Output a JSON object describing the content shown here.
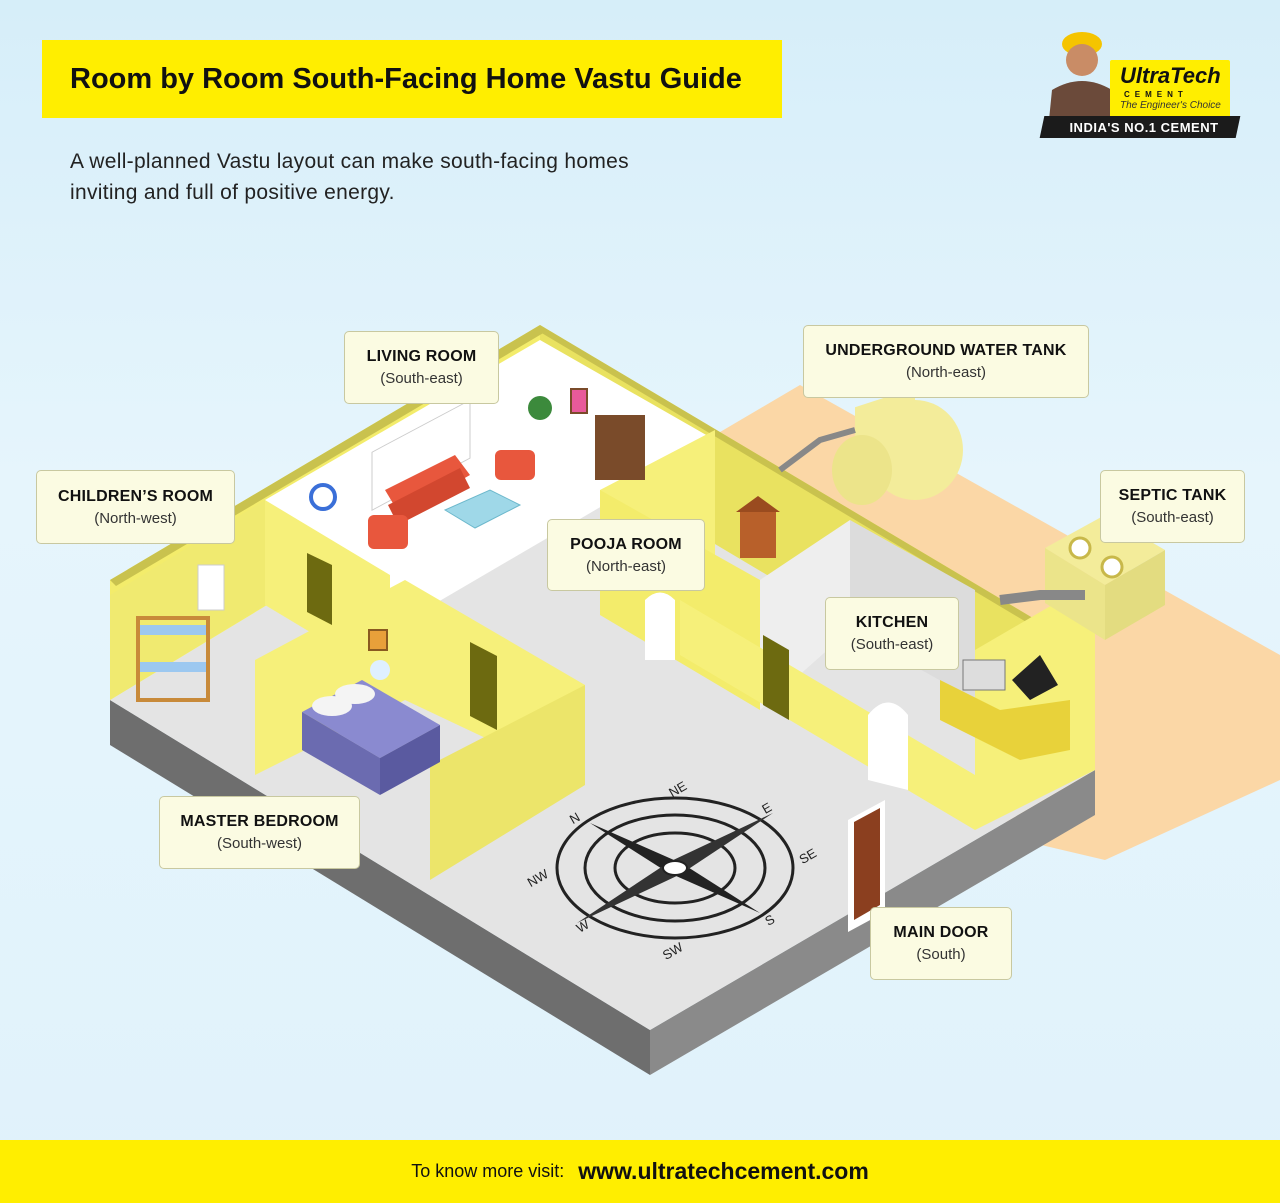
{
  "header": {
    "title": "Room by Room South-Facing Home Vastu Guide",
    "intro": "A well-planned Vastu layout can make south-facing homes inviting and full of positive energy."
  },
  "logo": {
    "brand": "UltraTech",
    "brand_sub": "CEMENT",
    "tagline": "The Engineer's Choice",
    "strip": "INDIA'S NO.1 CEMENT"
  },
  "labels": {
    "living_room": {
      "name": "LIVING ROOM",
      "direction": "(South-east)"
    },
    "children_room": {
      "name": "CHILDREN’S ROOM",
      "direction": "(North-west)"
    },
    "underground_tank": {
      "name": "UNDERGROUND WATER TANK",
      "direction": "(North-east)"
    },
    "septic_tank": {
      "name": "SEPTIC TANK",
      "direction": "(South-east)"
    },
    "pooja_room": {
      "name": "POOJA ROOM",
      "direction": "(North-east)"
    },
    "kitchen": {
      "name": "KITCHEN",
      "direction": "(South-east)"
    },
    "master_bedroom": {
      "name": "MASTER BEDROOM",
      "direction": "(South-west)"
    },
    "main_door": {
      "name": "MAIN DOOR",
      "direction": "(South)"
    }
  },
  "compass": {
    "directions": [
      "N",
      "NE",
      "E",
      "SE",
      "S",
      "SW",
      "W",
      "NW"
    ]
  },
  "footer": {
    "prompt": "To know more visit:",
    "url": "www.ultratechcement.com"
  },
  "colors": {
    "accent_yellow": "#ffee00",
    "wall_yellow": "#f6f07a",
    "floor_grey": "#e6e6e6",
    "yard_peach": "#fbd7a6",
    "sofa_red": "#e8573d",
    "bed_purple": "#7c7cc4"
  }
}
